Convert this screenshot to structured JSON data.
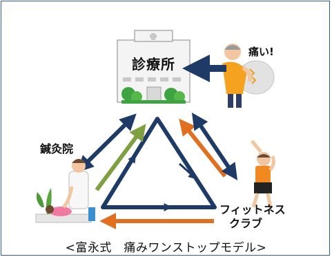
{
  "labels": {
    "clinic": "診療所",
    "pain": "痛い!",
    "acupuncture": "鍼灸院",
    "fitness_line1": "フィットネス",
    "fitness_line2": "クラブ"
  },
  "caption": "<富永式　痛みワンストップモデル>",
  "icons": [
    "clinic-building-icon",
    "patient-in-pain-icon",
    "acupuncture-clinic-icon",
    "fitness-stretch-icon"
  ],
  "colors": {
    "navy": "#1e3a66",
    "green": "#7ea040",
    "orange": "#e0701f",
    "frame": "#2d5aa8"
  }
}
